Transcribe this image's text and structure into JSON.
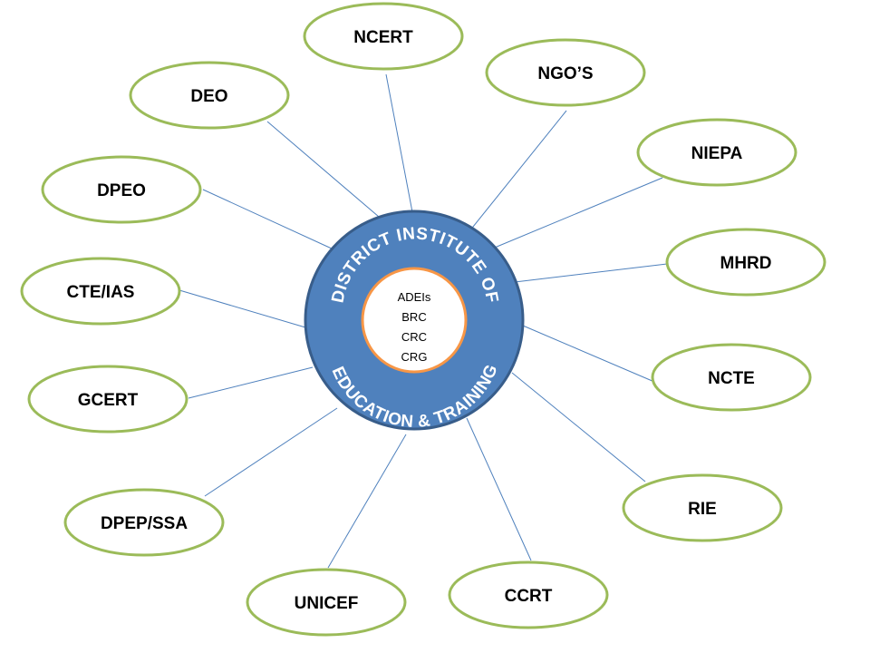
{
  "hub": {
    "ring_top": "DISTRICT INSTITUTE OF",
    "ring_bottom": "EDUCATION & TRAINING",
    "inner_items": [
      "ADEIs",
      "BRC",
      "CRC",
      "CRG"
    ],
    "colors": {
      "outer_fill": "#4f81bd",
      "inner_border": "#f79646",
      "ring_text": "#ffffff"
    }
  },
  "nodes": [
    {
      "id": "ncert",
      "label": "NCERT"
    },
    {
      "id": "ngos",
      "label": "NGO’S"
    },
    {
      "id": "niepa",
      "label": "NIEPA"
    },
    {
      "id": "mhrd",
      "label": "MHRD"
    },
    {
      "id": "ncte",
      "label": "NCTE"
    },
    {
      "id": "rie",
      "label": "RIE"
    },
    {
      "id": "ccrt",
      "label": "CCRT"
    },
    {
      "id": "unicef",
      "label": "UNICEF"
    },
    {
      "id": "dpep-ssa",
      "label": "DPEP/SSA"
    },
    {
      "id": "gcert",
      "label": "GCERT"
    },
    {
      "id": "cte-ias",
      "label": "CTE/IAS"
    },
    {
      "id": "dpeo",
      "label": "DPEO"
    },
    {
      "id": "deo",
      "label": "DEO"
    }
  ],
  "colors": {
    "node_border": "#9bbb59",
    "connector": "#4f81bd"
  }
}
